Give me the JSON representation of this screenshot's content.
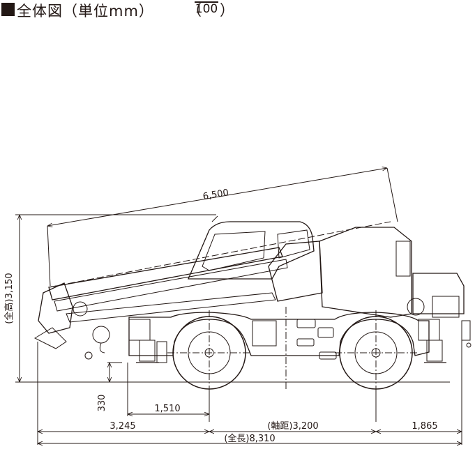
{
  "title": {
    "text": "全体図（単位mm）",
    "scale_numerator_blank": "",
    "scale_denominator": "100",
    "open_paren": "（",
    "close_paren": "）"
  },
  "dimensions": {
    "boom_length": "6,500",
    "overall_height": "(全高)3,150",
    "ground_clearance": "330",
    "outrigger_offset": "1,510",
    "front_overhang": "3,245",
    "wheelbase": "(軸距)3,200",
    "rear_overhang": "1,865",
    "overall_length": "(全長)8,310"
  },
  "colors": {
    "line": "#231815",
    "background": "#ffffff"
  }
}
